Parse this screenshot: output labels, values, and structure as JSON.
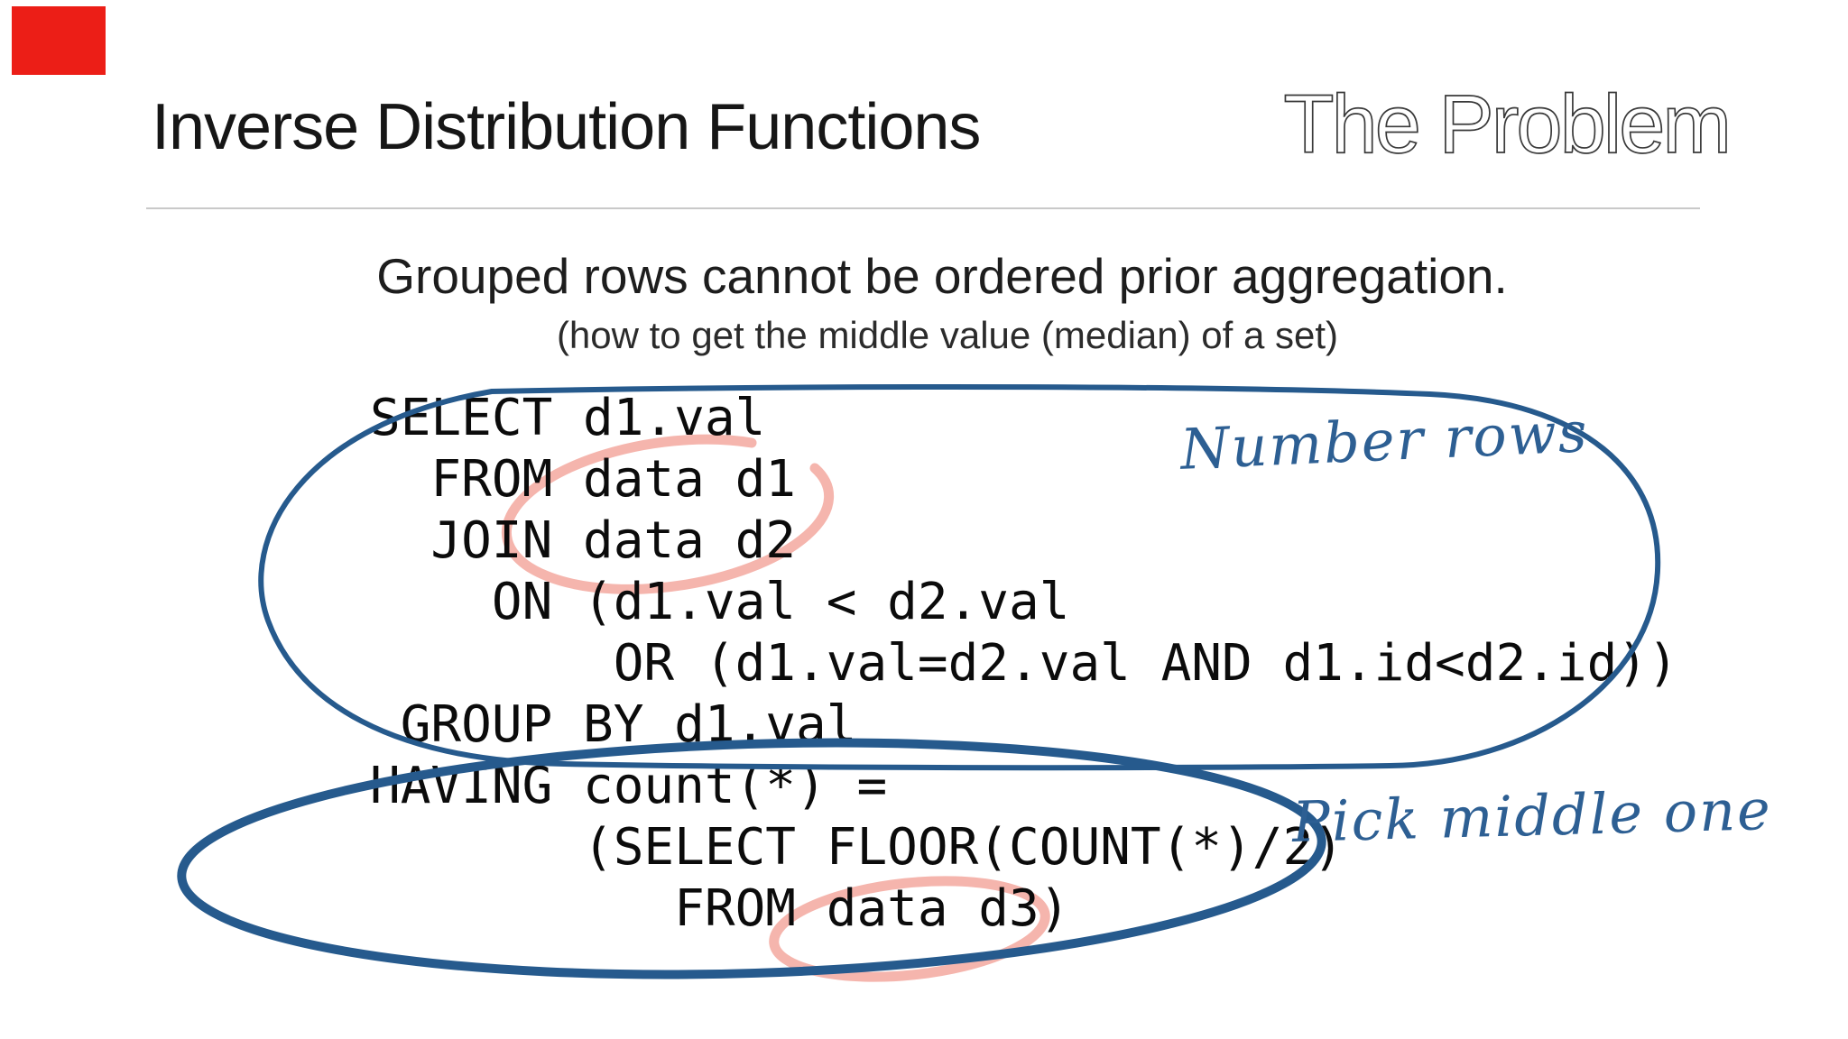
{
  "slide": {
    "title": "Inverse Distribution Functions",
    "section": "The Problem",
    "subtitle": "Grouped rows cannot be ordered prior aggregation.",
    "subtitle_note": "(how to get the middle value (median) of a set)",
    "sql": {
      "lines": [
        "SELECT d1.val",
        "  FROM data d1",
        "  JOIN data d2",
        "    ON (d1.val < d2.val",
        "        OR (d1.val=d2.val AND d1.id<d2.id))",
        " GROUP BY d1.val",
        "HAVING count(*) =",
        "       (SELECT FLOOR(COUNT(*)/2)",
        "          FROM data d3)"
      ]
    },
    "annotations": {
      "number_rows": "Number rows",
      "pick_middle_one": "Pick middle one"
    },
    "colors": {
      "annotation_blue": "#265a8d",
      "handwriting_blue": "#2d5f93",
      "highlight_pink": "#f5b5ad",
      "record_red": "#ec1e17"
    }
  }
}
